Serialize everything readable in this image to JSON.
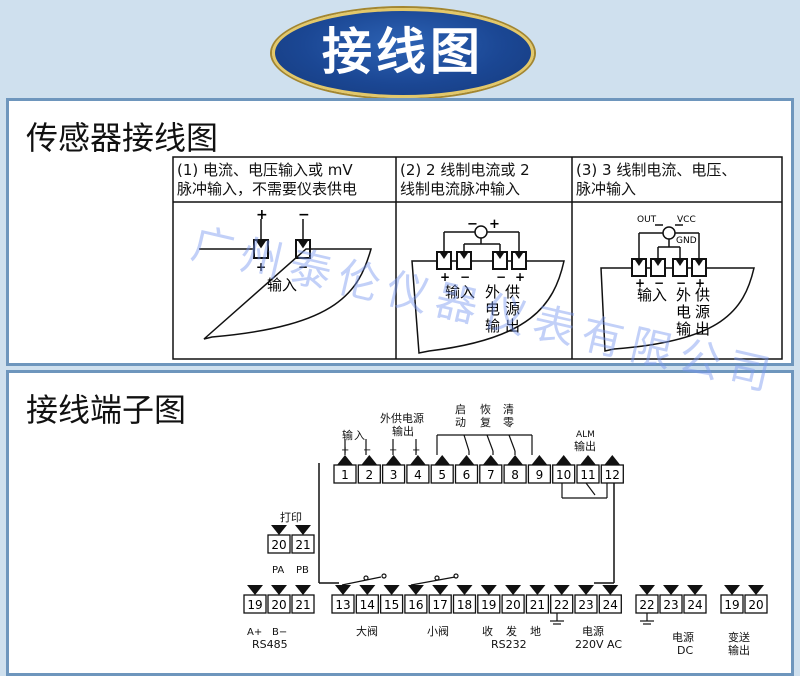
{
  "header": {
    "title": "接线图"
  },
  "sensor_section": {
    "title": "传感器接线图",
    "cells": [
      {
        "line1": "(1) 电流、电压输入或 mV",
        "line2": "脉冲输入，不需要仪表供电",
        "plus": "+",
        "minus": "−",
        "sign_plus": "+",
        "sign_minus": "−",
        "label": "输入"
      },
      {
        "line1": "(2) 2 线制电流或 2",
        "line2": "线制电流脉冲输入",
        "minus": "−",
        "plus": "+",
        "signs": [
          "+",
          "−",
          "−",
          "+"
        ],
        "label_in": "输入",
        "label_out": [
          "外",
          "供",
          "电",
          "源",
          "输",
          "出"
        ]
      },
      {
        "line1": "(3) 3 线制电流、电压、",
        "line2": "脉冲输入",
        "out": "OUT",
        "vcc": "VCC",
        "gnd": "GND",
        "signs": [
          "+",
          "−",
          "−",
          "+"
        ],
        "label_in": "输入",
        "label_out": [
          "外",
          "供",
          "电",
          "源",
          "输",
          "出"
        ]
      }
    ]
  },
  "terminal_section": {
    "title": "接线端子图",
    "top_terminals": [
      "1",
      "2",
      "3",
      "4",
      "5",
      "6",
      "7",
      "8",
      "9",
      "10",
      "11",
      "12"
    ],
    "top_labels": {
      "input": [
        "输",
        "入"
      ],
      "ext_power": [
        "外供电源",
        "输出"
      ],
      "start": [
        "启",
        "动"
      ],
      "recover": [
        "恢",
        "复"
      ],
      "clear": [
        "清",
        "零"
      ],
      "alm": [
        "ALM",
        "输出"
      ],
      "input_signs": [
        "+",
        "−"
      ],
      "power_signs": [
        "+",
        "−"
      ]
    },
    "print": {
      "title": "打印",
      "terminals": [
        "20",
        "21"
      ],
      "labels": [
        "PA",
        "PB"
      ]
    },
    "bottom_terminals": [
      "13",
      "14",
      "15",
      "16",
      "17",
      "18",
      "19",
      "20",
      "21",
      "22",
      "23",
      "24"
    ],
    "bottom_labels": {
      "big_valve": "大阀",
      "small_valve": "小阀",
      "rx": "收",
      "tx": "发",
      "ground": "地",
      "rs232": "RS232",
      "power": "电源",
      "power_ac": "220V AC"
    },
    "rs485": {
      "terminals": [
        "19",
        "20",
        "21"
      ],
      "labels": [
        "A+",
        "B−"
      ],
      "name": "RS485"
    },
    "dc_power": {
      "terminals": [
        "22",
        "23",
        "24"
      ],
      "labels": [
        "电源",
        "DC"
      ]
    },
    "transmit": {
      "terminals": [
        "19",
        "20"
      ],
      "labels": [
        "变送",
        "输出"
      ]
    }
  },
  "watermark": {
    "text": "广州泰伦仪器仪表有限公司"
  }
}
